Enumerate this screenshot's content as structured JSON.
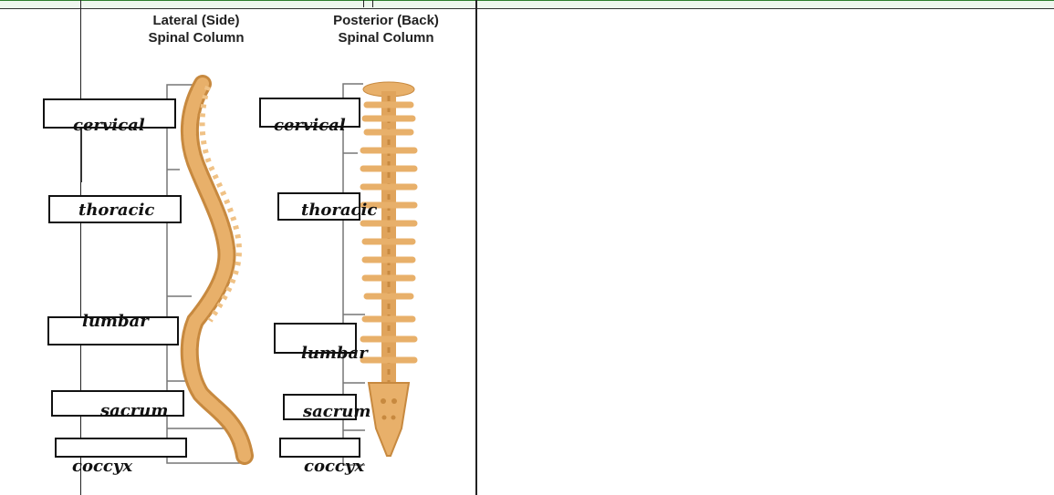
{
  "diagram": {
    "lateral_title_line1": "Lateral (Side)",
    "lateral_title_line2": "Spinal Column",
    "posterior_title_line1": "Posterior (Back)",
    "posterior_title_line2": "Spinal Column"
  },
  "labels": {
    "lateral": {
      "cervical": "cervical",
      "thoracic": "thoracic",
      "lumbar": "lumbar",
      "sacrum": "sacrum",
      "coccyx": "coccyx"
    },
    "posterior": {
      "cervical": "cervical",
      "thoracic": "thoracic",
      "lumbar": "lumbar",
      "sacrum": "sacrum",
      "coccyx": "coccyx"
    }
  },
  "colors": {
    "bone": "#e8b06a",
    "bone_shadow": "#c7893f",
    "frame_green": "#2d7d2d"
  }
}
